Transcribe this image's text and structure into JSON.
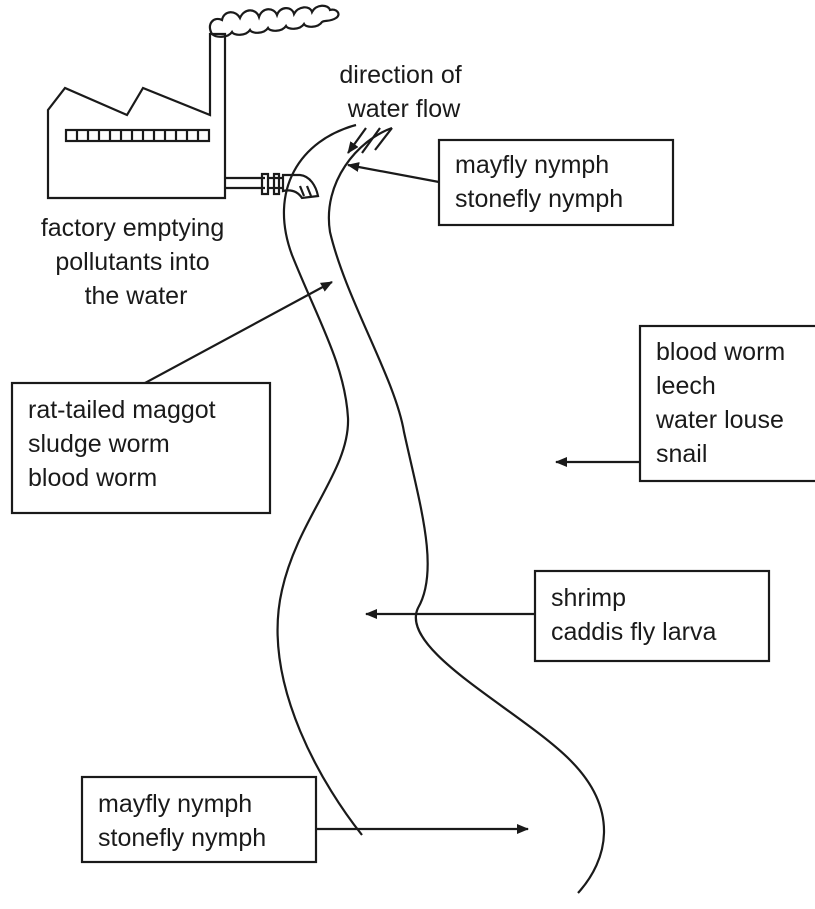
{
  "flow_label": [
    "direction of",
    "water flow"
  ],
  "factory_label": [
    "factory emptying",
    "pollutants into",
    "the water"
  ],
  "boxes": {
    "top_right": [
      "mayfly nymph",
      "stonefly nymph"
    ],
    "left": [
      "rat-tailed maggot",
      "sludge worm",
      "blood worm"
    ],
    "right": [
      "blood worm",
      "leech",
      "water louse",
      "snail"
    ],
    "middle_right": [
      "shrimp",
      "caddis fly larva"
    ],
    "bottom_left": [
      "mayfly nymph",
      "stonefly nymph"
    ]
  }
}
